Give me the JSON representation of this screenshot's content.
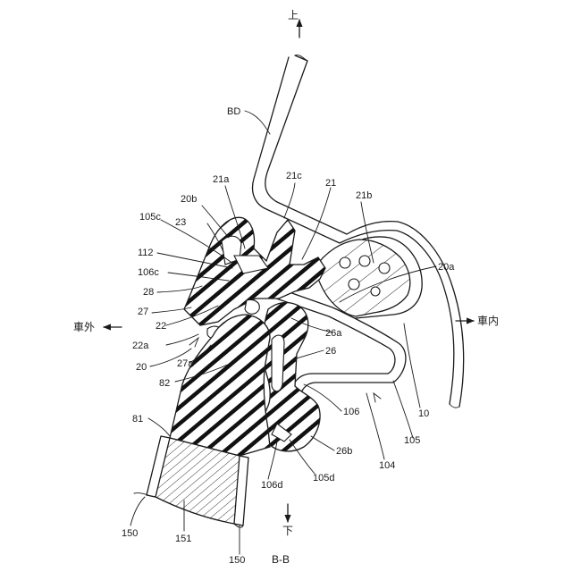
{
  "directions": {
    "up": "上",
    "down": "下",
    "outside": "車外",
    "inside": "車内"
  },
  "section_label": "B-B",
  "labels": {
    "BD": "BD",
    "l21a": "21a",
    "l21c": "21c",
    "l21": "21",
    "l21b": "21b",
    "l20b": "20b",
    "l105c": "105c",
    "l23": "23",
    "l112": "112",
    "l106c": "106c",
    "l28": "28",
    "l27": "27",
    "l22": "22",
    "l22a": "22a",
    "l20": "20",
    "l27a": "27a",
    "l82": "82",
    "l81": "81",
    "l20a": "20a",
    "l26a": "26a",
    "l26": "26",
    "l106": "106",
    "l26b": "26b",
    "l105d": "105d",
    "l106d": "106d",
    "l10": "10",
    "l105": "105",
    "l104": "104",
    "l150a": "150",
    "l151": "151",
    "l150b": "150"
  }
}
